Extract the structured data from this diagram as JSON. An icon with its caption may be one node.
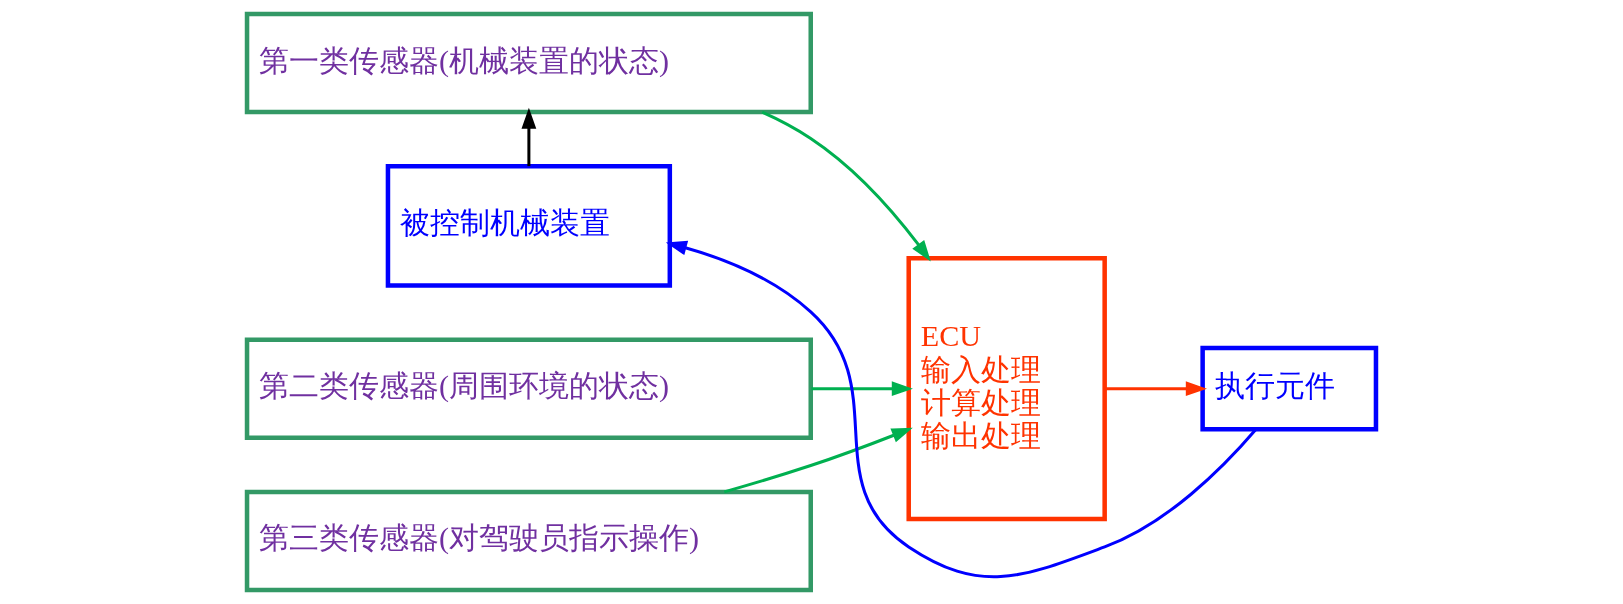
{
  "diagram": {
    "nodes": [
      {
        "text": [
          "第一类传感器(机械装置的状态)"
        ]
      },
      {
        "text": [
          "第二类传感器(周围环境的状态)"
        ]
      },
      {
        "text": [
          "第三类传感器(对驾驶员指示操作)"
        ]
      },
      {
        "text": [
          "ECU",
          "输入处理",
          "计算处理",
          "输出处理"
        ]
      },
      {
        "text": [
          "被控制机械装置"
        ]
      },
      {
        "text": [
          "执行元件"
        ]
      }
    ],
    "edges": [
      {
        "from": 0,
        "to": 3,
        "arrow": "to",
        "color": "#00b050"
      },
      {
        "from": 1,
        "to": 3,
        "arrow": "to",
        "color": "#00b050"
      },
      {
        "from": 2,
        "to": 3,
        "arrow": "to",
        "color": "#00b050"
      },
      {
        "from": 3,
        "to": 5,
        "arrow": "to",
        "color": "#ff3300"
      },
      {
        "from": 5,
        "to": 4,
        "arrow": "to",
        "color": "#0000ff"
      },
      {
        "from": 4,
        "to": 0,
        "arrow": "to",
        "color": "#000000"
      }
    ]
  }
}
